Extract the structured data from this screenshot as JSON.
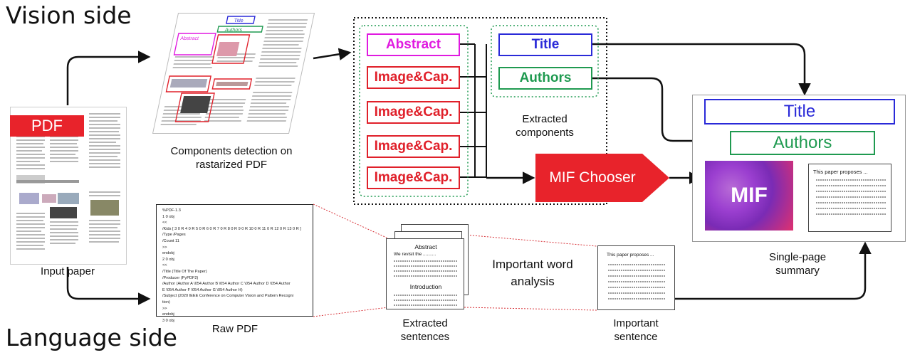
{
  "labels": {
    "vision_side": "Vision side",
    "language_side": "Language side",
    "input_paper": "Input paper",
    "pdf_badge": "PDF",
    "components_detection": "Components detection on\nrastarized PDF",
    "extracted_components": "Extracted\ncomponents",
    "single_page_summary": "Single-page\nsummary",
    "raw_pdf": "Raw PDF",
    "extracted_sentences": "Extracted\nsentences",
    "important_word_analysis": "Important word\nanalysis",
    "important_sentence": "Important\nsentence",
    "mif_chooser": "MIF Chooser"
  },
  "components": {
    "abstract": "Abstract",
    "image_caption": "Image&Cap.",
    "title": "Title",
    "authors": "Authors"
  },
  "summary": {
    "title": "Title",
    "authors": "Authors",
    "mif": "MIF",
    "text_intro": "This paper proposes ..."
  },
  "sentences_doc": {
    "abstract": "Abstract",
    "abstract_line": "We revisit the ..........",
    "introduction": "Introduction"
  },
  "important_doc": {
    "text_intro": "This paper proposes ..."
  },
  "detection_labels": {
    "title": "Title",
    "authors": "Authors",
    "abstract": "Abstract"
  },
  "raw_pdf_text": "%PDF-1.3\n1 0 obj\n<<\n/Kids [ 3 0 R 4 0 R 5 0 R 6 0 R 7 0 R 8 0 R 9 0 R 10 0 R 11 0 R 12 0 R 13 0 R ]\n/Type /Pages\n/Count 11\n>>\nendobj\n2 0 obj\n<<\n/Title (Title Of The Paper)\n/Producer (PyPDF2)\n/Author (Author A \\054 Author B \\054 Author C \\054 Author D \\054 Author\nE \\054 Author F \\054 Author G \\054 Author H)\n/Subject (2020 IEEE Conference on Computer Vision and Pattern Recogni\ntion)\n>>\nendobj\n3 0 obj",
  "colors": {
    "image_caption": "#e0202a",
    "abstract": "#e01ae0",
    "title": "#2a2ad8",
    "authors": "#1f9a50",
    "mif_chooser": "#e8232b"
  }
}
